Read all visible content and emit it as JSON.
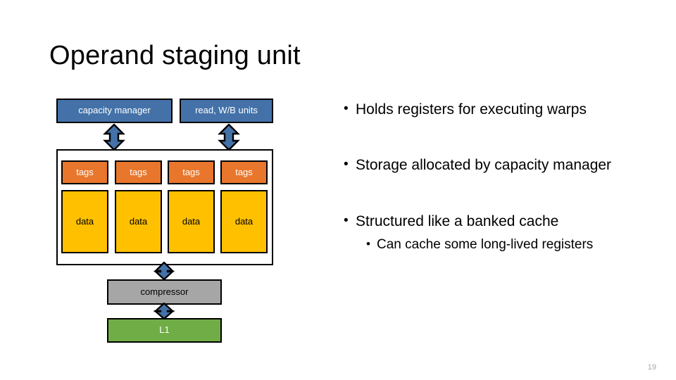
{
  "slide": {
    "title": "Operand staging unit",
    "page_number": "19"
  },
  "diagram": {
    "top_boxes": [
      {
        "id": "capacity-manager",
        "label": "capacity manager",
        "color": "#4472A8"
      },
      {
        "id": "read-wb-units",
        "label": "read, W/B units",
        "color": "#4472A8"
      }
    ],
    "banks": [
      {
        "tag_label": "tags",
        "data_label": "data"
      },
      {
        "tag_label": "tags",
        "data_label": "data"
      },
      {
        "tag_label": "tags",
        "data_label": "data"
      },
      {
        "tag_label": "tags",
        "data_label": "data"
      }
    ],
    "compressor": {
      "label": "compressor",
      "color": "#A6A6A6"
    },
    "l1": {
      "label": "L1",
      "color": "#70AD47"
    },
    "arrows": [
      {
        "id": "capacity-to-bank",
        "direction": "double-vertical",
        "color": "#4472A8"
      },
      {
        "id": "readwb-to-bank",
        "direction": "double-vertical",
        "color": "#4472A8"
      },
      {
        "id": "bank-to-compressor",
        "direction": "double-vertical",
        "color": "#4472A8"
      },
      {
        "id": "compressor-to-l1",
        "direction": "double-vertical",
        "color": "#4472A8"
      }
    ],
    "colors": {
      "tag": "#E8762C",
      "data": "#FFC000",
      "box_border": "#000000"
    }
  },
  "bullets": {
    "marker": "•",
    "items": [
      {
        "text": "Holds registers for executing warps",
        "level": 1
      },
      {
        "text": "Storage allocated by capacity manager",
        "level": 1
      },
      {
        "text": "Structured like a banked cache",
        "level": 1
      },
      {
        "text": "Can cache some long-lived registers",
        "level": 2
      }
    ]
  }
}
